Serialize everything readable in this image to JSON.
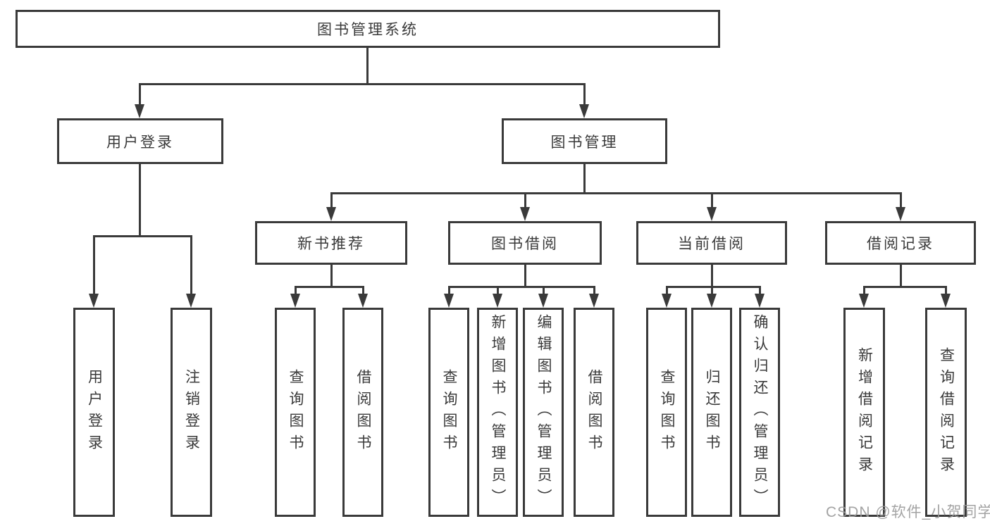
{
  "diagram": {
    "title": "图书管理系统",
    "level2": [
      {
        "label": "用户登录"
      },
      {
        "label": "图书管理"
      }
    ],
    "level3": [
      {
        "label": "新书推荐"
      },
      {
        "label": "图书借阅"
      },
      {
        "label": "当前借阅"
      },
      {
        "label": "借阅记录"
      }
    ],
    "leaves": {
      "user_login": [
        "用户登录",
        "注销登录"
      ],
      "new_book_recommend": [
        "查询图书",
        "借阅图书"
      ],
      "book_borrowing": [
        "查询图书",
        "新增图书（管理员）",
        "编辑图书（管理员）",
        "借阅图书"
      ],
      "current_borrowing": [
        "查询图书",
        "归还图书",
        "确认归还（管理员）"
      ],
      "borrowing_records": [
        "新增借阅记录",
        "查询借阅记录"
      ]
    }
  },
  "watermark": "CSDN @软件_小贺同学",
  "colors": {
    "line": "#3a3a3a",
    "text": "#3a3a3a",
    "background": "#ffffff",
    "watermark": "#9a9a9a"
  }
}
